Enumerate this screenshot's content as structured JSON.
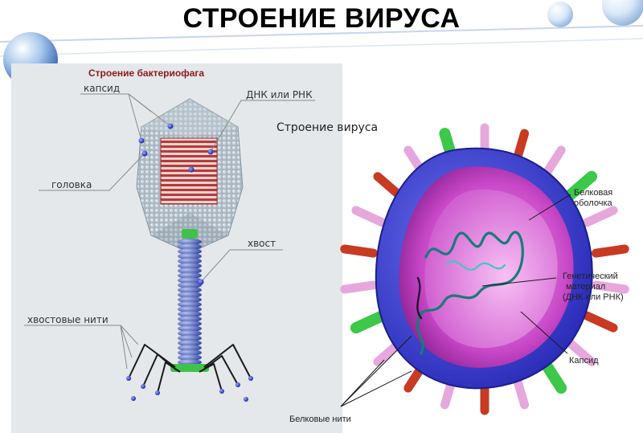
{
  "slide": {
    "title": "СТРОЕНИЕ ВИРУСА"
  },
  "phage": {
    "title": "Строение бактериофага",
    "labels": {
      "capsid": "капсид",
      "dna_rna": "ДНК или РНК",
      "head": "головка",
      "tail": "хвост",
      "tail_fibers": "хвостовые нити"
    }
  },
  "virus": {
    "title": "Строение вируса",
    "labels": {
      "protein_coat_1": "Белковая",
      "protein_coat_2": "оболочка",
      "genetic_1": "Генетический",
      "genetic_2": "материал",
      "genetic_3": "(ДНК или РНК)",
      "capsid": "Капсид",
      "protein_fibers": "Белковые нити"
    }
  },
  "colors": {
    "panel": "#e4e8ea",
    "capsid_mesh": "#9aa8b4",
    "dna": "#b03a3a",
    "tail": "#4a5fb8",
    "collar": "#3fc24a",
    "outer_coat": "#3a3fd0",
    "inner": "#c040c8",
    "spike_pink": "#e6a8dc",
    "spike_red": "#c83a22",
    "spike_green": "#3cc848",
    "genome": "#2a9a9a"
  }
}
